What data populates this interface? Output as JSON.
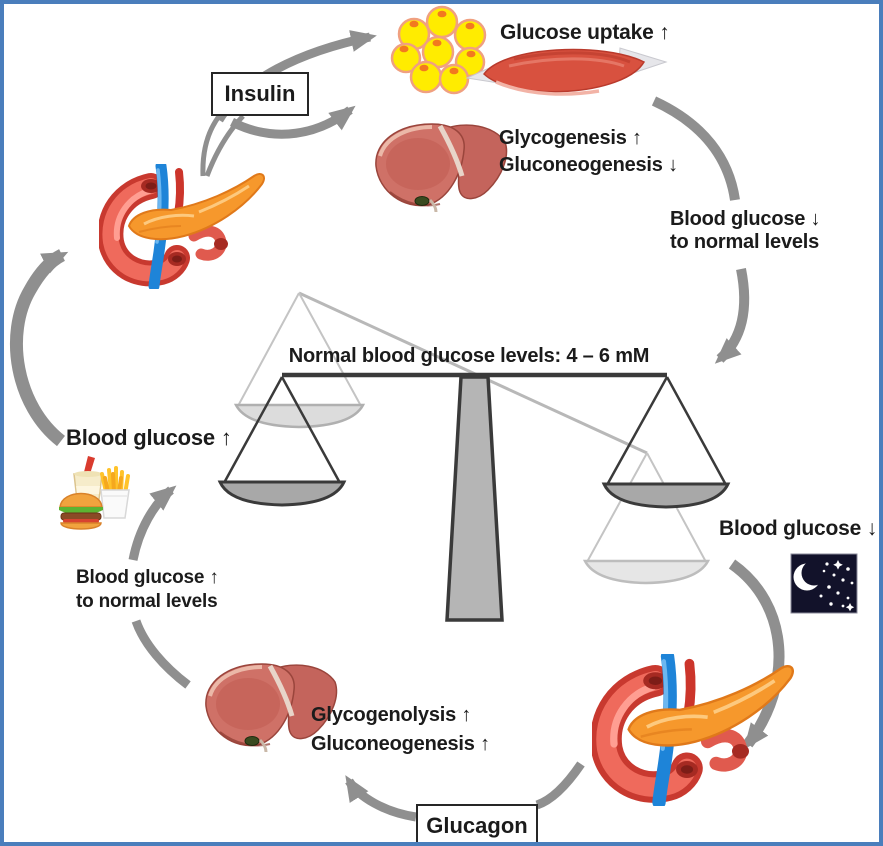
{
  "frame": {
    "border_color": "#4a7ebc",
    "background_color": "#ffffff"
  },
  "scale": {
    "title": "Normal blood glucose levels: 4 – 6 mM"
  },
  "insulin_pathway": {
    "hormone_label": "Insulin",
    "glucose_uptake_label": "Glucose uptake ↑",
    "glycogenesis_label": "Glycogenesis ↑",
    "gluconeogenesis_label": "Gluconeogenesis ↓",
    "trigger_label": "Blood glucose ↑",
    "result_line1": "Blood glucose ↓",
    "result_line2": "to normal levels"
  },
  "glucagon_pathway": {
    "hormone_label": "Glucagon",
    "glycogenolysis_label": "Glycogenolysis ↑",
    "gluconeogenesis_label": "Gluconeogenesis ↑",
    "trigger_label": "Blood glucose ↓",
    "result_line1": "Blood glucose ↑",
    "result_line2": "to normal levels"
  },
  "icons": {
    "fat_cells": "fat-cells-icon",
    "muscle": "skeletal-muscle-icon",
    "liver_top": "liver-icon",
    "liver_bottom": "liver-icon",
    "pancreas_top": "pancreas-icon",
    "pancreas_bottom": "pancreas-icon",
    "fast_food": "fast-food-icon",
    "night_sky": "night-sky-icon",
    "balance": "balance-scale-icon"
  },
  "colors": {
    "arrow_gray": "#8f8f8f",
    "text": "#1b1b1b",
    "fat_cell_yellow": "#ffec00",
    "muscle_red": "#d8513f",
    "liver_red": "#cf7167",
    "pancreas_orange": "#f6982c",
    "night_navy": "#12122a",
    "scale_dark": "#3a3a3a",
    "scale_light": "#c4c4c4"
  }
}
